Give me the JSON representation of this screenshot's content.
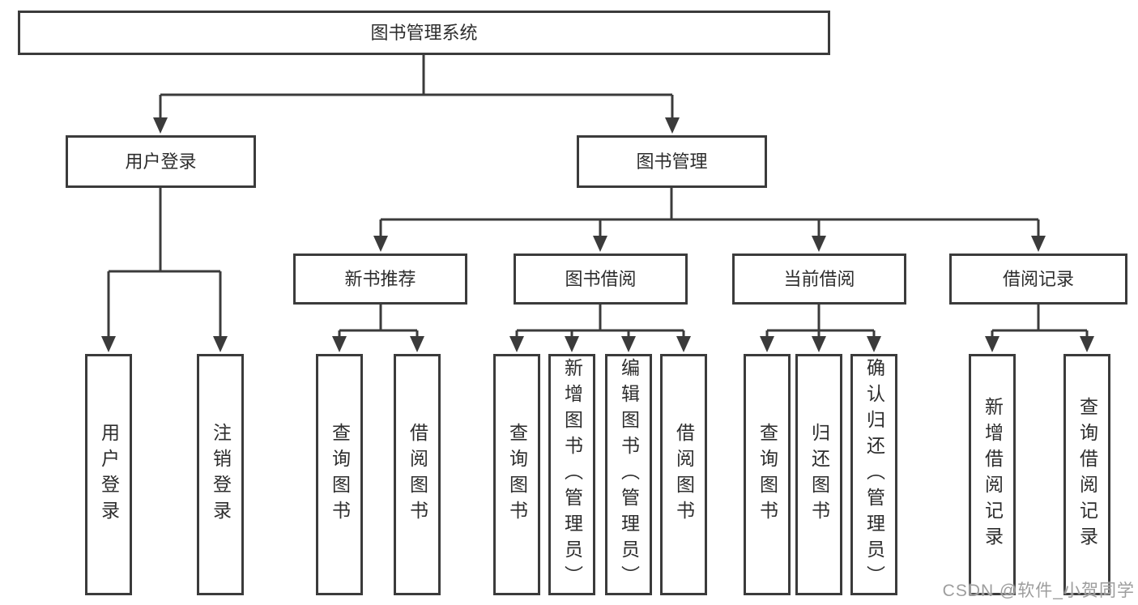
{
  "colors": {
    "line": "#3b3b3b",
    "border": "#3b3b3b",
    "text": "#2d2d2d",
    "background": "#ffffff",
    "watermark": "#9d9d9d"
  },
  "watermark": {
    "text": "CSDN @软件_小贺同学"
  },
  "tree": {
    "root": {
      "label": "图书管理系统",
      "children": [
        {
          "label": "用户登录",
          "children": [
            {
              "label": "用户登录"
            },
            {
              "label": "注销登录"
            }
          ]
        },
        {
          "label": "图书管理",
          "children": [
            {
              "label": "新书推荐",
              "children": [
                {
                  "label": "查询图书"
                },
                {
                  "label": "借阅图书"
                }
              ]
            },
            {
              "label": "图书借阅",
              "children": [
                {
                  "label": "查询图书"
                },
                {
                  "label": "新增图书（管理员）"
                },
                {
                  "label": "编辑图书（管理员）"
                },
                {
                  "label": "借阅图书"
                }
              ]
            },
            {
              "label": "当前借阅",
              "children": [
                {
                  "label": "查询图书"
                },
                {
                  "label": "归还图书"
                },
                {
                  "label": "确认归还（管理员）"
                }
              ]
            },
            {
              "label": "借阅记录",
              "children": [
                {
                  "label": "新增借阅记录"
                },
                {
                  "label": "查询借阅记录"
                }
              ]
            }
          ]
        }
      ]
    }
  }
}
